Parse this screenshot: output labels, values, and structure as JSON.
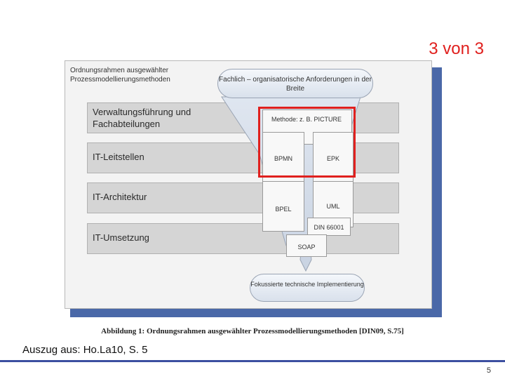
{
  "header": {
    "slide_counter": "3 von 3"
  },
  "figure": {
    "title": "Ordnungsrahmen ausgewählter Prozessmodellierungsmethoden",
    "bands": [
      {
        "label": "Verwaltungsführung und Fachabteilungen"
      },
      {
        "label": "IT-Leitstellen"
      },
      {
        "label": "IT-Architektur"
      },
      {
        "label": "IT-Umsetzung"
      }
    ],
    "top_capsule": "Fachlich – organisatorische Anforderungen in der Breite",
    "bottom_capsule": "Fokussierte technische Implementierung",
    "boxes": {
      "methode": "Methode: z. B. PICTURE",
      "bpmn": "BPMN",
      "epk": "EPK",
      "bpel": "BPEL",
      "uml": "UML",
      "din": "DIN 66001",
      "soap": "SOAP"
    },
    "caption": "Abbildung 1: Ordnungsrahmen ausgewählter Prozessmodellierungsmethoden [DIN09, S.75]"
  },
  "footer": {
    "source": "Auszug aus: Ho.La10, S. 5",
    "page_number": "5"
  },
  "colors": {
    "accent_red": "#e0201e",
    "rule_blue": "#3c4fa0",
    "shadow_blue": "#4a68a8"
  }
}
